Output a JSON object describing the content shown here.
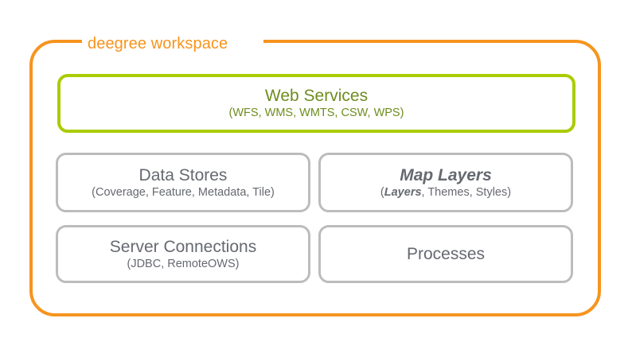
{
  "diagram": {
    "title": "deegree workspace",
    "accent_color": "#F7941E",
    "service_border_color": "#AACC03",
    "service_text_color": "#6E8C1E",
    "box_border_color": "#BCBCBC",
    "box_text_color": "#666970"
  },
  "boxes": {
    "web_services": {
      "title": "Web Services",
      "subtitle": "(WFS, WMS, WMTS, CSW, WPS)"
    },
    "data_stores": {
      "title": "Data Stores",
      "subtitle": "(Coverage, Feature, Metadata, Tile)"
    },
    "map_layers": {
      "title": "Map Layers",
      "subtitle_open": "(",
      "subtitle_emphasis": "Layers",
      "subtitle_rest": ", Themes, Styles)"
    },
    "server_connections": {
      "title": "Server Connections",
      "subtitle": "(JDBC, RemoteOWS)"
    },
    "processes": {
      "title": "Processes"
    }
  },
  "chart_data": {
    "type": "diagram",
    "title": "deegree workspace",
    "nodes": [
      {
        "id": "web-services",
        "label": "Web Services",
        "detail": "(WFS, WMS, WMTS, CSW, WPS)",
        "row": 1,
        "span": "full",
        "style": "green"
      },
      {
        "id": "data-stores",
        "label": "Data Stores",
        "detail": "(Coverage, Feature, Metadata, Tile)",
        "row": 2,
        "column": 1,
        "style": "gray"
      },
      {
        "id": "map-layers",
        "label": "Map Layers",
        "detail": "(Layers, Themes, Styles)",
        "row": 2,
        "column": 2,
        "style": "gray",
        "emphasis": [
          "Map Layers",
          "Layers"
        ]
      },
      {
        "id": "server-connections",
        "label": "Server Connections",
        "detail": "(JDBC, RemoteOWS)",
        "row": 3,
        "column": 1,
        "style": "gray"
      },
      {
        "id": "processes",
        "label": "Processes",
        "detail": "",
        "row": 3,
        "column": 2,
        "style": "gray"
      }
    ],
    "container": {
      "label": "deegree workspace",
      "style": "orange-rounded-rect"
    }
  }
}
